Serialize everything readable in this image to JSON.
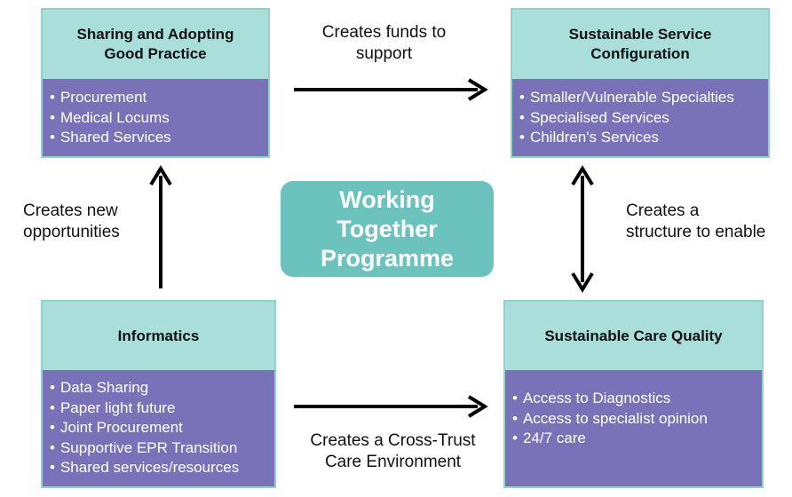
{
  "center": {
    "title_lines": [
      "Working",
      "Together",
      "Programme"
    ]
  },
  "boxes": {
    "top_left": {
      "title_lines": [
        "Sharing and Adopting",
        "Good Practice"
      ],
      "items": [
        "Procurement",
        "Medical Locums",
        "Shared Services"
      ]
    },
    "top_right": {
      "title_lines": [
        "Sustainable Service",
        "Configuration"
      ],
      "items": [
        "Smaller/Vulnerable Specialties",
        "Specialised Services",
        "Children's Services"
      ]
    },
    "bottom_left": {
      "title_lines": [
        "Informatics"
      ],
      "items": [
        "Data Sharing",
        "Paper light future",
        "Joint Procurement",
        "Supportive EPR Transition",
        "Shared services/resources"
      ]
    },
    "bottom_right": {
      "title_lines": [
        "Sustainable Care Quality"
      ],
      "items": [
        "Access to Diagnostics",
        "Access to specialist opinion",
        "24/7 care"
      ]
    }
  },
  "links": {
    "top": [
      "Creates funds to",
      "support"
    ],
    "left": [
      "Creates new",
      "opportunities"
    ],
    "right": [
      "Creates a",
      "structure to enable"
    ],
    "bottom": [
      "Creates a Cross-Trust",
      "Care Environment"
    ]
  }
}
